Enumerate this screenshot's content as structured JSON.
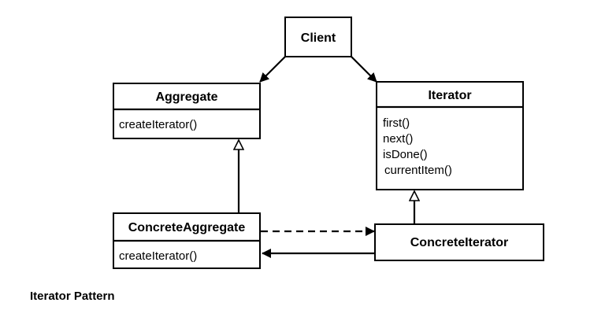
{
  "caption": "Iterator Pattern",
  "classes": {
    "client": {
      "name": "Client"
    },
    "aggregate": {
      "name": "Aggregate",
      "methods": [
        "createIterator()"
      ]
    },
    "iterator": {
      "name": "Iterator",
      "methods": [
        "first()",
        "next()",
        "isDone()",
        "currentItem()"
      ]
    },
    "concrete_aggregate": {
      "name": "ConcreteAggregate",
      "methods": [
        "createIterator()"
      ]
    },
    "concrete_iterator": {
      "name": "ConcreteIterator"
    }
  },
  "relations": [
    {
      "from": "Client",
      "to": "Aggregate",
      "kind": "association"
    },
    {
      "from": "Client",
      "to": "Iterator",
      "kind": "association"
    },
    {
      "from": "ConcreteAggregate",
      "to": "Aggregate",
      "kind": "generalization"
    },
    {
      "from": "ConcreteIterator",
      "to": "Iterator",
      "kind": "generalization"
    },
    {
      "from": "ConcreteAggregate",
      "to": "ConcreteIterator",
      "kind": "dependency"
    },
    {
      "from": "ConcreteIterator",
      "to": "ConcreteAggregate",
      "kind": "association"
    }
  ]
}
